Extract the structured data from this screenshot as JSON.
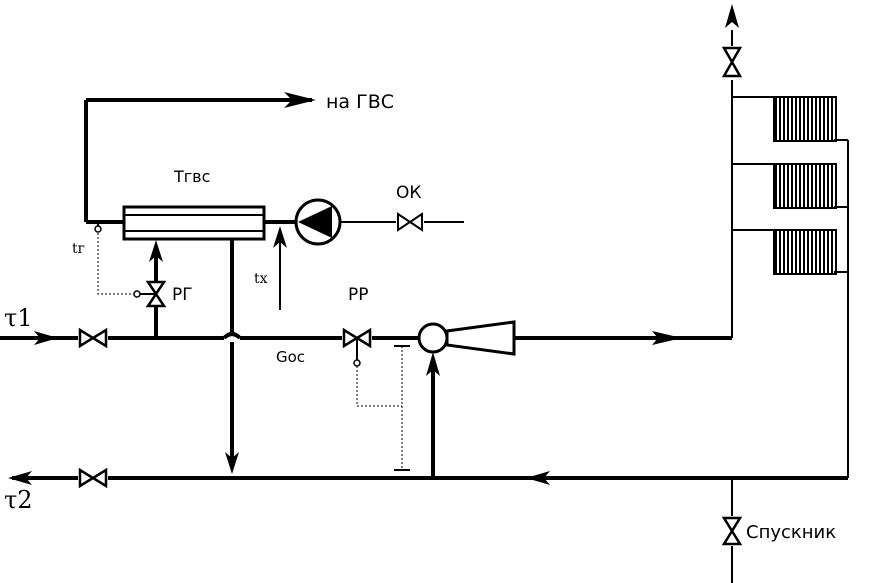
{
  "labels": {
    "hot_water_out": "на ГВС",
    "heat_exchanger": "Tгвс",
    "check_valve": "ОК",
    "temp_hot": "tг",
    "temp_cold": "tх",
    "regulator_hot": "РГ",
    "regulator_flow": "РР",
    "flow_rate": "Goc",
    "supply": "τ1",
    "return": "τ2",
    "drain": "Спускник"
  },
  "colors": {
    "line": "#000000",
    "background": "#ffffff"
  }
}
